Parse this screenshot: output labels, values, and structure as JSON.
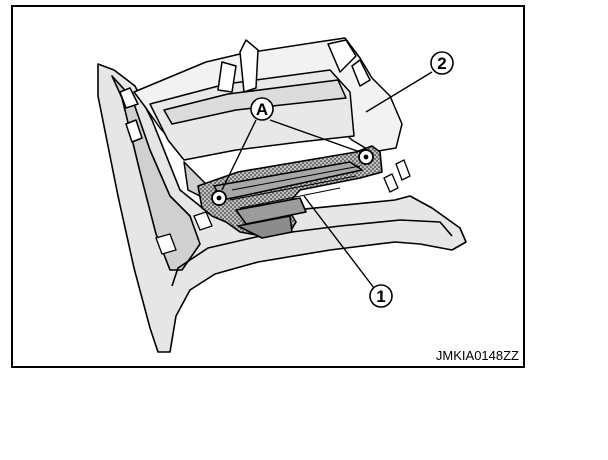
{
  "figure": {
    "callouts": {
      "part_1": "1",
      "part_2": "2",
      "screws": "A"
    },
    "reference_code": "JMKIA0148ZZ",
    "colors": {
      "line": "#000000",
      "panel_fill": "#d9d9d9",
      "shade_fill": "#8c8c8c",
      "background": "#ffffff"
    }
  }
}
